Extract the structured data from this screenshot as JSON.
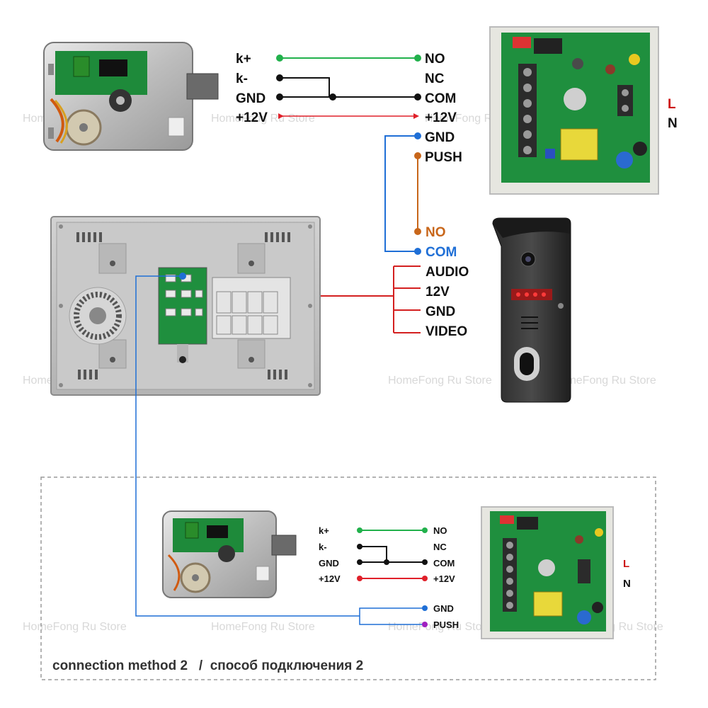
{
  "watermark": "HomeFong Ru Store",
  "colors": {
    "green": "#22b14c",
    "black": "#111111",
    "red": "#e0202a",
    "blue": "#1f6fd6",
    "orange": "#c8661a",
    "purple": "#a020c0"
  },
  "top": {
    "lock_terminals": [
      "k+",
      "k-",
      "GND",
      "+12V"
    ],
    "power_terminals": [
      "NO",
      "NC",
      "COM",
      "+12V",
      "GND",
      "PUSH"
    ],
    "mains": [
      "L",
      "N"
    ]
  },
  "door_station": {
    "button_terminals": [
      "NO",
      "COM"
    ],
    "video_terminals": [
      "AUDIO",
      "12V",
      "GND",
      "VIDEO"
    ]
  },
  "method2": {
    "lock_terminals": [
      "k+",
      "k-",
      "GND",
      "+12V"
    ],
    "power_terminals": [
      "NO",
      "NC",
      "COM",
      "+12V",
      "GND",
      "PUSH"
    ],
    "mains": [
      "L",
      "N"
    ],
    "caption": "connection method 2   /  способ подключения 2"
  }
}
